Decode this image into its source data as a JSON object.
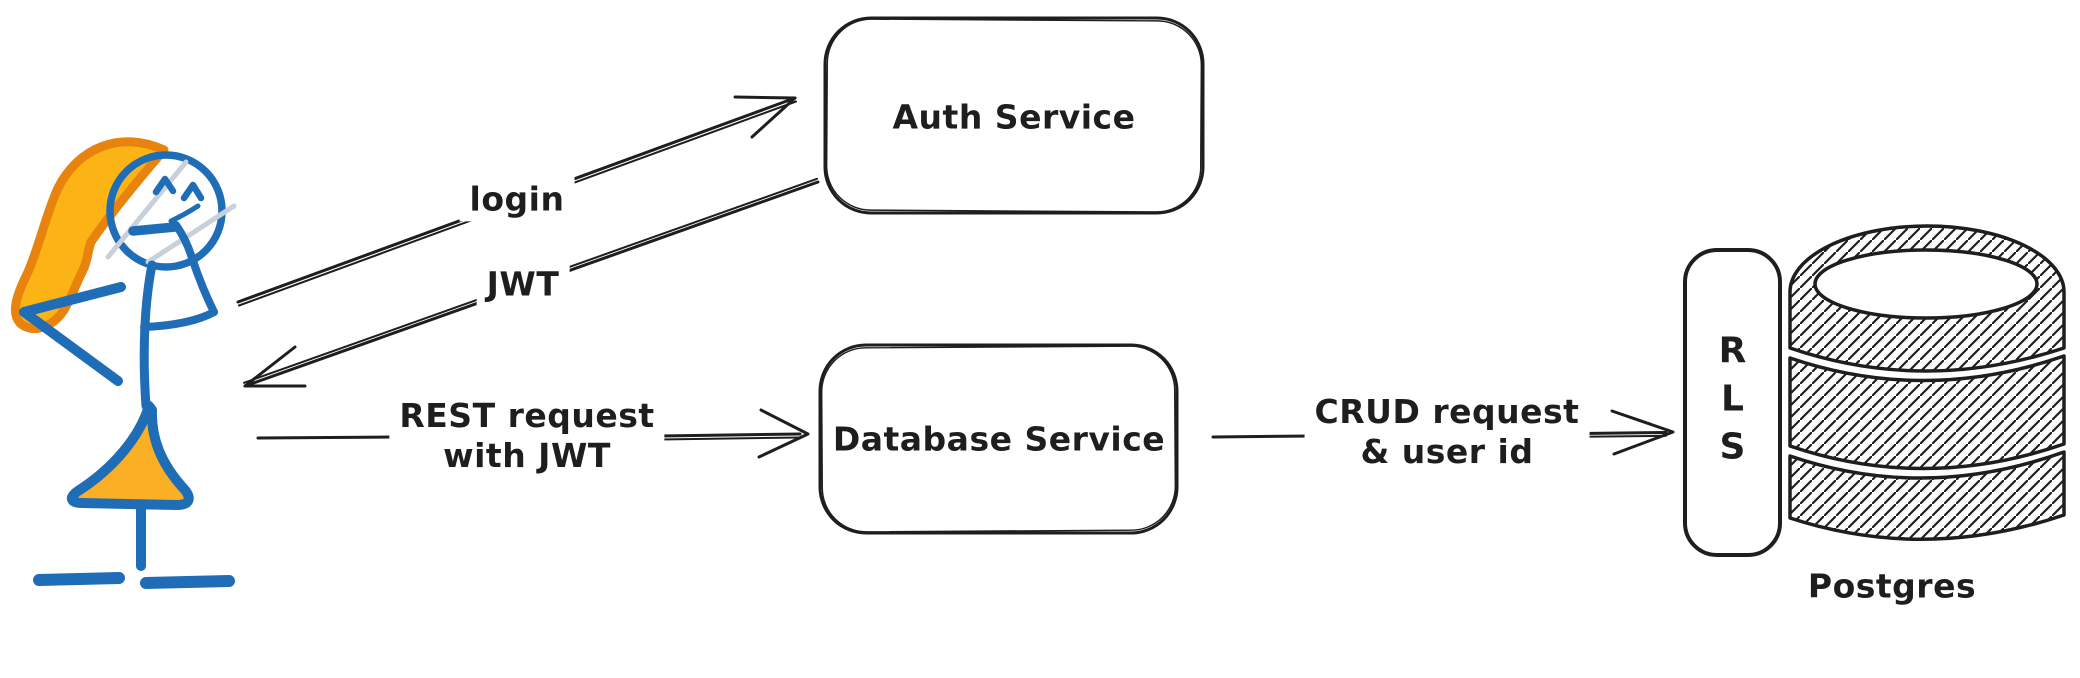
{
  "diagram": {
    "kind": "hand-drawn architecture sketch",
    "colors": {
      "ink": "#1e1e1e",
      "figure_blue": "#1f6db6",
      "hair_fill": "#fcb316",
      "hair_stroke": "#e8830e",
      "skirt_fill": "#fbaf24",
      "face_streak": "#c8d0da",
      "background": "#ffffff"
    },
    "nodes": {
      "user": {
        "description": "stick figure person"
      },
      "auth": {
        "label": "Auth Service"
      },
      "db": {
        "label": "Database Service"
      },
      "rls": {
        "lines": [
          "R",
          "L",
          "S"
        ]
      },
      "postgres_caption": "Postgres"
    },
    "edges": {
      "login": {
        "label": "login",
        "from": "user",
        "to": "auth"
      },
      "jwt": {
        "label": "JWT",
        "from": "auth",
        "to": "user"
      },
      "rest": {
        "line1": "REST request",
        "line2": "with JWT",
        "from": "user",
        "to": "db"
      },
      "crud": {
        "line1": "CRUD request",
        "line2": "& user id",
        "from": "db",
        "to": "rls"
      }
    }
  }
}
